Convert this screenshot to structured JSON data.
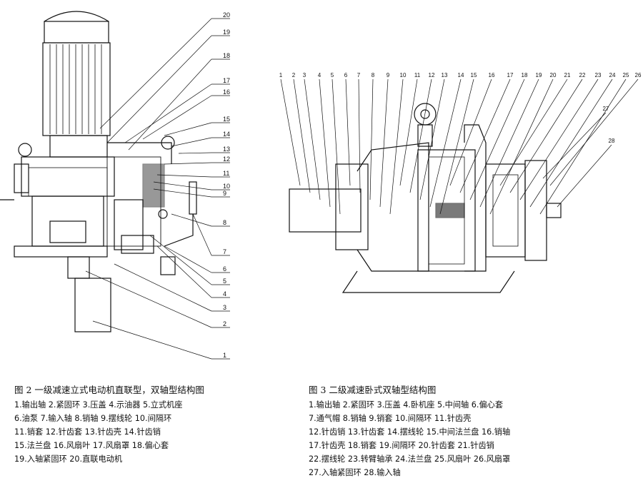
{
  "figure2": {
    "caption": "图 2  一级减速立式电动机直联型，双轴型结构图",
    "part_numbers": [
      "1",
      "2",
      "3",
      "4",
      "5",
      "6",
      "7",
      "8",
      "9",
      "10",
      "11",
      "12",
      "13",
      "14",
      "15",
      "16",
      "17",
      "18",
      "19",
      "20"
    ],
    "legend_lines": [
      "1.输出轴 2.紧固环 3.压盖 4.示油器 5.立式机座",
      "6.油泵 7.输入轴 8.销轴 9.摆线轮 10.间隔环",
      "11.销套 12.针齿套 13.针齿壳 14.针齿销",
      "15.法兰盘 16.风扇叶 17.风扇罩 18.偏心套",
      "19.入轴紧固环 20.直联电动机"
    ]
  },
  "figure3": {
    "caption": "图 3  二级减速卧式双轴型结构图",
    "part_numbers": [
      "1",
      "2",
      "3",
      "4",
      "5",
      "6",
      "7",
      "8",
      "9",
      "10",
      "11",
      "12",
      "13",
      "14",
      "15",
      "16",
      "17",
      "18",
      "19",
      "20",
      "21",
      "22",
      "23",
      "24",
      "25",
      "26",
      "27",
      "28"
    ],
    "legend_lines": [
      "1.输出轴  2.紧固环  3.压盖  4.卧机座  5.中间轴  6.偏心套",
      "7.通气帽  8.销轴  9.销套  10.间隔环  11.针齿壳",
      "12.针齿销  13.针齿套  14.摆线轮  15.中间法兰盘  16.销轴",
      "17.针齿壳  18.销套  19.间隔环  20.针齿套  21.针齿销",
      "22.摆线轮  23.转臂轴承  24.法兰盘  25.风扇叶  26.风扇罩",
      "27.入轴紧固环  28.输入轴"
    ]
  }
}
